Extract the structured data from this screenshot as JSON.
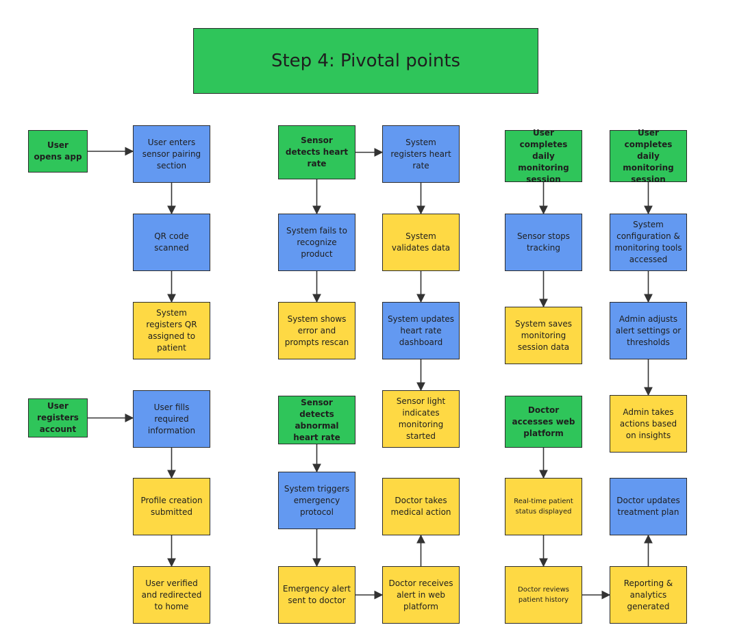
{
  "title": "Step 4: Pivotal points",
  "colors": {
    "green": "#2fc55a",
    "blue": "#6399f1",
    "yellow": "#fed944",
    "border": "#2a2a2a",
    "arrow": "#333333"
  },
  "nodes": [
    {
      "id": "a1",
      "text": "User opens app",
      "color": "green"
    },
    {
      "id": "a2",
      "text": "User enters sensor pairing section",
      "color": "blue"
    },
    {
      "id": "a3",
      "text": "QR code scanned",
      "color": "blue"
    },
    {
      "id": "a4",
      "text": "System registers QR assigned to patient",
      "color": "yellow"
    },
    {
      "id": "b1",
      "text": "User registers account",
      "color": "green"
    },
    {
      "id": "b2",
      "text": "User fills required information",
      "color": "blue"
    },
    {
      "id": "b3",
      "text": "Profile creation submitted",
      "color": "yellow"
    },
    {
      "id": "b4",
      "text": "User verified and redirected to home",
      "color": "yellow"
    },
    {
      "id": "c1",
      "text": "Sensor detects heart rate",
      "color": "green"
    },
    {
      "id": "c2",
      "text": "System fails to recognize product",
      "color": "blue"
    },
    {
      "id": "c3",
      "text": "System shows error and prompts rescan",
      "color": "yellow"
    },
    {
      "id": "d1",
      "text": "System registers heart rate",
      "color": "blue"
    },
    {
      "id": "d2",
      "text": "System validates data",
      "color": "yellow"
    },
    {
      "id": "d3",
      "text": "System updates heart rate dashboard",
      "color": "blue"
    },
    {
      "id": "d4",
      "text": "Sensor light indicates monitoring started",
      "color": "yellow"
    },
    {
      "id": "e1",
      "text": "Sensor detects abnormal heart rate",
      "color": "green"
    },
    {
      "id": "e2",
      "text": "System triggers emergency protocol",
      "color": "blue"
    },
    {
      "id": "e3",
      "text": "Emergency alert sent to doctor",
      "color": "yellow"
    },
    {
      "id": "f1",
      "text": "Doctor takes medical action",
      "color": "yellow"
    },
    {
      "id": "f2",
      "text": "Doctor receives alert in web platform",
      "color": "yellow"
    },
    {
      "id": "g1",
      "text": "User completes daily monitoring session",
      "color": "green"
    },
    {
      "id": "g2",
      "text": "Sensor stops tracking",
      "color": "blue"
    },
    {
      "id": "g3",
      "text": "System saves monitoring session data",
      "color": "yellow"
    },
    {
      "id": "h1",
      "text": "User completes daily monitoring session",
      "color": "green"
    },
    {
      "id": "h2",
      "text": "System configuration & monitoring tools accessed",
      "color": "blue"
    },
    {
      "id": "h3",
      "text": "Admin adjusts alert settings or thresholds",
      "color": "blue"
    },
    {
      "id": "h4",
      "text": "Admin takes actions based on insights",
      "color": "yellow"
    },
    {
      "id": "i1",
      "text": "Doctor accesses web platform",
      "color": "green"
    },
    {
      "id": "i2",
      "text": "Real-time patient status displayed",
      "color": "yellow"
    },
    {
      "id": "i3",
      "text": "Doctor reviews patient history",
      "color": "yellow"
    },
    {
      "id": "j1",
      "text": "Doctor updates treatment plan",
      "color": "blue"
    },
    {
      "id": "j2",
      "text": "Reporting & analytics generated",
      "color": "yellow"
    }
  ],
  "edges": [
    [
      "a1",
      "a2"
    ],
    [
      "a2",
      "a3"
    ],
    [
      "a3",
      "a4"
    ],
    [
      "b1",
      "b2"
    ],
    [
      "b2",
      "b3"
    ],
    [
      "b3",
      "b4"
    ],
    [
      "c1",
      "d1"
    ],
    [
      "c1",
      "c2"
    ],
    [
      "c2",
      "c3"
    ],
    [
      "d1",
      "d2"
    ],
    [
      "d2",
      "d3"
    ],
    [
      "d3",
      "d4"
    ],
    [
      "e1",
      "e2"
    ],
    [
      "e2",
      "e3"
    ],
    [
      "e3",
      "f2"
    ],
    [
      "f2",
      "f1"
    ],
    [
      "g1",
      "g2"
    ],
    [
      "g2",
      "g3"
    ],
    [
      "h1",
      "h2"
    ],
    [
      "h2",
      "h3"
    ],
    [
      "h3",
      "h4"
    ],
    [
      "i1",
      "i2"
    ],
    [
      "i2",
      "i3"
    ],
    [
      "i3",
      "j2"
    ],
    [
      "j2",
      "j1"
    ]
  ]
}
